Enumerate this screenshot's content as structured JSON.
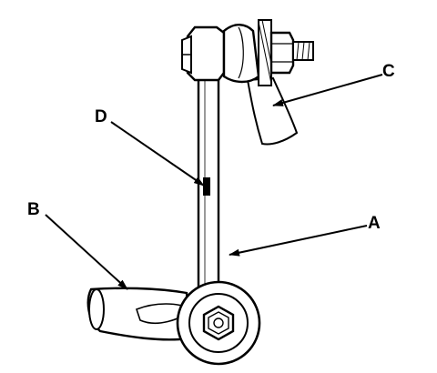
{
  "diagram": {
    "labels": {
      "a": "A",
      "b": "B",
      "c": "C",
      "d": "D"
    },
    "colors": {
      "line": "#000000",
      "fill": "#ffffff",
      "shade": "#d9d9d9"
    }
  }
}
